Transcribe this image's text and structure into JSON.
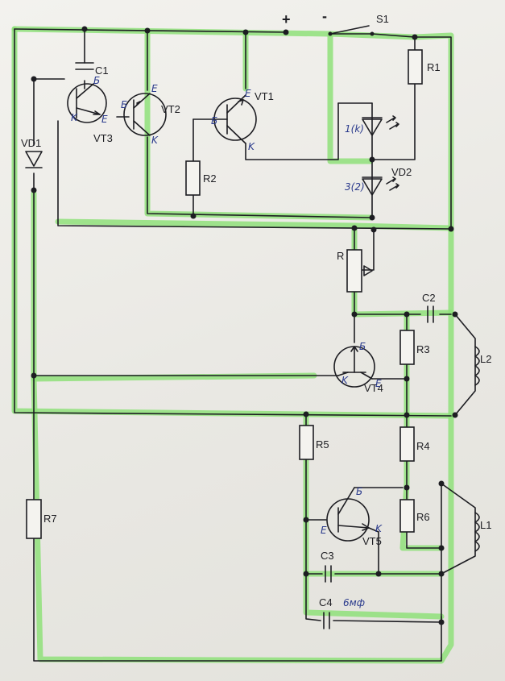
{
  "terminals": {
    "plus": "+",
    "minus": "-"
  },
  "components": {
    "S1": "S1",
    "R1": "R1",
    "R2": "R2",
    "R3": "R3",
    "R4": "R4",
    "R5": "R5",
    "R6": "R6",
    "R7": "R7",
    "R": "R",
    "C1": "C1",
    "C2": "C2",
    "C3": "C3",
    "C4": "C4",
    "L1": "L1",
    "L2": "L2",
    "VD1": "VD1",
    "VD2": "VD2",
    "VT1": "VT1",
    "VT2": "VT2",
    "VT3": "VT3",
    "VT4": "VT4",
    "VT5": "VT5"
  },
  "pen_notes": {
    "b": "Б",
    "e": "E",
    "k": "K",
    "vt2_e": "E",
    "vt2": "VT2",
    "vt2_k": "K",
    "vt3_b": "Б",
    "vt3_e": "E",
    "vt3_k": "K",
    "vt1_b": "Б",
    "vt1_e": "E",
    "vt1_k": "K",
    "vd2_1k": "1(k)",
    "vd2_3": "3(2)",
    "vt4_b": "Б",
    "vt4_k": "K",
    "vt4_e": "E",
    "vt5_b": "Б",
    "vt5_e": "E",
    "vt5_k": "K",
    "c4_note": "6мф"
  },
  "colors": {
    "ink": "#1d1d22",
    "highlighter": "#8fe07a",
    "pen": "#2a3a8c",
    "paper": "#f3f2ee"
  }
}
